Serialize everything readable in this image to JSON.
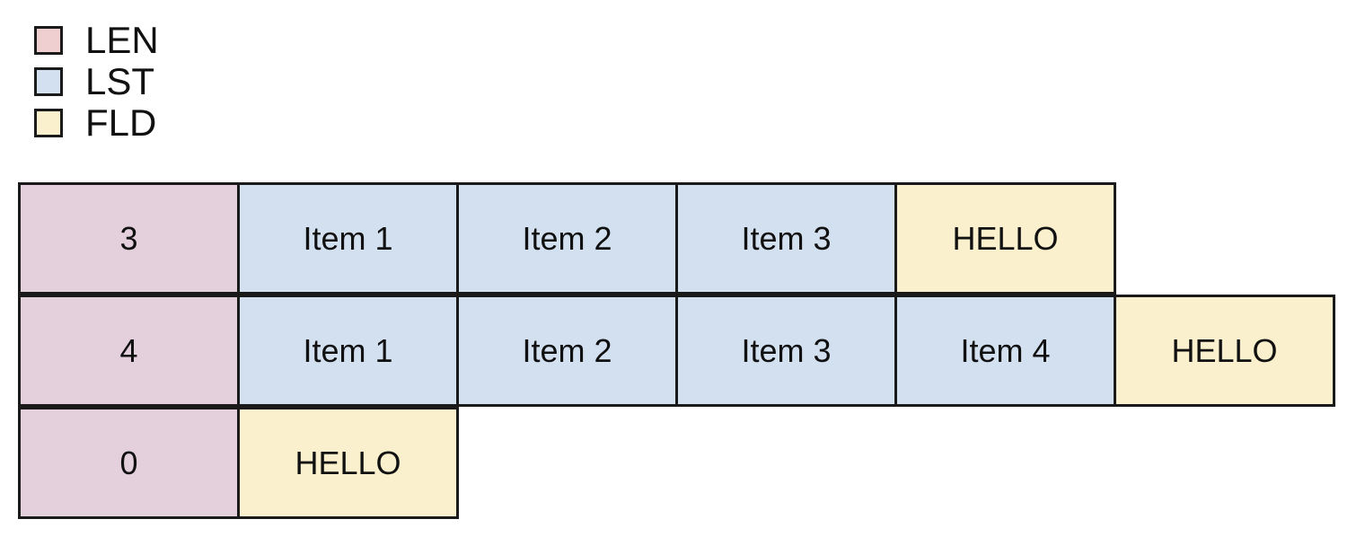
{
  "legend": {
    "items": [
      {
        "label": "LEN",
        "color": "#efcfcf",
        "kind": "len"
      },
      {
        "label": "LST",
        "color": "#d3e0f0",
        "kind": "lst"
      },
      {
        "label": "FLD",
        "color": "#fbf0cd",
        "kind": "fld"
      }
    ]
  },
  "colors": {
    "len_fill": "#e4d0dc",
    "lst_fill": "#d3e0f0",
    "fld_fill": "#fbf0cd",
    "border": "#1a1a1a",
    "text": "#111111",
    "background": "#ffffff"
  },
  "grid": {
    "rows": [
      {
        "cells": [
          {
            "text": "3",
            "kind": "len"
          },
          {
            "text": "Item 1",
            "kind": "lst"
          },
          {
            "text": "Item 2",
            "kind": "lst"
          },
          {
            "text": "Item 3",
            "kind": "lst"
          },
          {
            "text": "HELLO",
            "kind": "fld"
          }
        ]
      },
      {
        "cells": [
          {
            "text": "4",
            "kind": "len"
          },
          {
            "text": "Item 1",
            "kind": "lst"
          },
          {
            "text": "Item 2",
            "kind": "lst"
          },
          {
            "text": "Item 3",
            "kind": "lst"
          },
          {
            "text": "Item 4",
            "kind": "lst"
          },
          {
            "text": "HELLO",
            "kind": "fld"
          }
        ]
      },
      {
        "cells": [
          {
            "text": "0",
            "kind": "len"
          },
          {
            "text": "HELLO",
            "kind": "fld"
          }
        ]
      }
    ]
  }
}
